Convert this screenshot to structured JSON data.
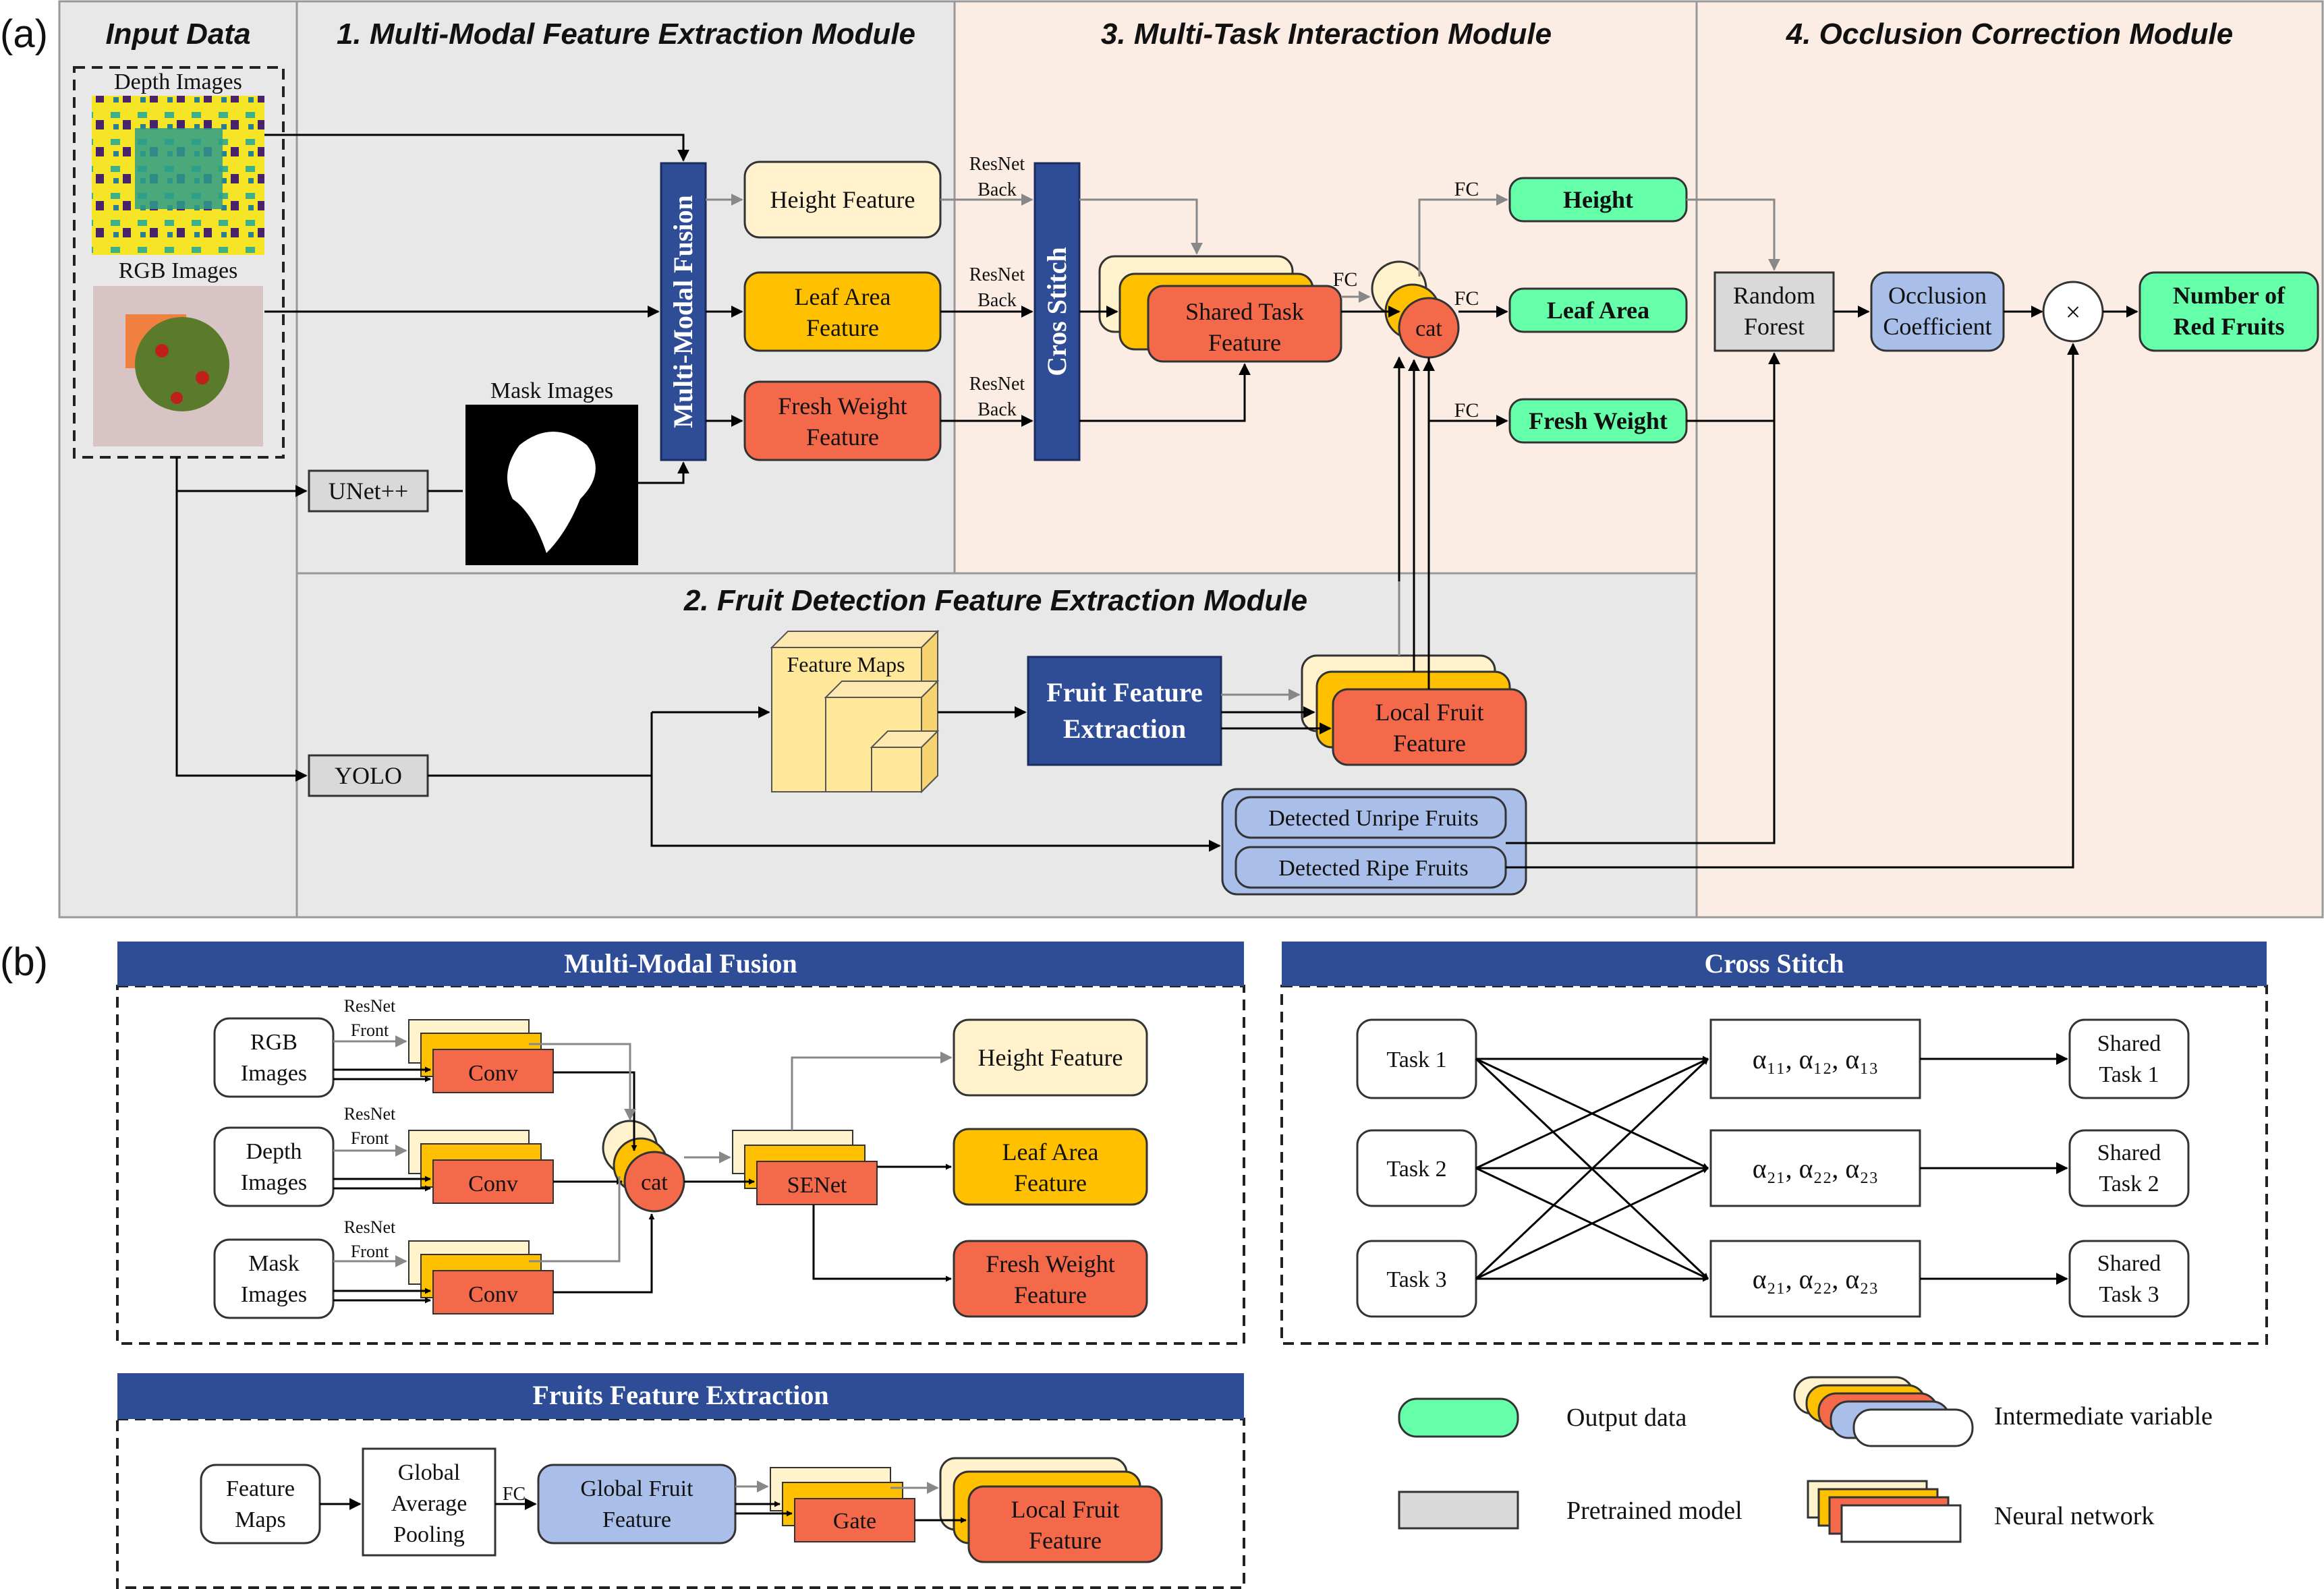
{
  "labels": {
    "a": "(a)",
    "b": "(b)"
  },
  "modules": {
    "input": "Input Data",
    "m1": "1. Multi-Modal Feature Extraction Module",
    "m2": "2. Fruit Detection Feature Extraction Module",
    "m3": "3. Multi-Task Interaction Module",
    "m4": "4. Occlusion Correction Module"
  },
  "inputs": {
    "depth": "Depth Images",
    "rgb": "RGB Images",
    "mask": "Mask Images"
  },
  "pretrained": {
    "unet": "UNet++",
    "yolo": "YOLO",
    "rf1": "Random",
    "rf2": "Forest"
  },
  "fusion_vertical": "Multi-Modal Fusion",
  "cross_vertical": "Cros  Stitch",
  "features": {
    "height": "Height Feature",
    "leaf1": "Leaf Area",
    "leaf2": "Feature",
    "fresh1": "Fresh Weight",
    "fresh2": "Feature",
    "shared1": "Shared Task",
    "shared2": "Feature",
    "local1": "Local Fruit",
    "local2": "Feature",
    "fmaps": "Feature Maps",
    "ffe1": "Fruit Feature",
    "ffe2": "Extraction",
    "unripe": "Detected Unripe Fruits",
    "ripe": "Detected Ripe Fruits",
    "occ1": "Occlusion",
    "occ2": "Coefficient"
  },
  "resnet": {
    "top": "ResNet",
    "bottom": "Back"
  },
  "fc": "FC",
  "cat": "cat",
  "times": "×",
  "outputs": {
    "height": "Height",
    "leaf": "Leaf Area",
    "fresh": "Fresh Weight",
    "red1": "Number of",
    "red2": "Red Fruits"
  },
  "panel_b": {
    "mmf_title": "Multi-Modal Fusion",
    "cs_title": "Cross  Stitch",
    "ffe_title": "Fruits Feature Extraction",
    "rgb1": "RGB",
    "rgb2": "Images",
    "depth1": "Depth",
    "depth2": "Images",
    "mask1": "Mask",
    "mask2": "Images",
    "resnet_front1": "ResNet",
    "resnet_front2": "Front",
    "conv": "Conv",
    "cat": "cat",
    "senet": "SENet",
    "height": "Height Feature",
    "leaf1": "Leaf Area",
    "leaf2": "Feature",
    "fresh1": "Fresh Weight",
    "fresh2": "Feature",
    "task1": "Task 1",
    "task2": "Task 2",
    "task3": "Task 3",
    "alpha1": "α₁₁,  α₁₂,  α₁₃",
    "alpha2": "α₂₁,  α₂₂,  α₂₃",
    "alpha3": "α₂₁,  α₂₂,  α₂₃",
    "shared": "Shared",
    "st1": "Task 1",
    "st2": "Task 2",
    "st3": "Task 3",
    "fmaps1": "Feature",
    "fmaps2": "Maps",
    "gap1": "Global",
    "gap2": "Average",
    "gap3": "Pooling",
    "fc": "FC",
    "gff1": "Global Fruit",
    "gff2": "Feature",
    "gate": "Gate",
    "lff1": "Local Fruit",
    "lff2": "Feature"
  },
  "legend": {
    "output": "Output data",
    "pretrained": "Pretrained model",
    "intermediate": "Intermediate variable",
    "neural": "Neural network"
  },
  "colors": {
    "output_green": "#66FFAA",
    "feature_yellow": "#FFC000",
    "feature_cream": "#FFF2CC",
    "feature_orange": "#F4694A",
    "network_blue": "#2F4D96",
    "light_blue": "#A9BFEA",
    "pretrained_gray": "#D9D9D9",
    "module_gray": "#E8E8E8",
    "module_peach": "#FCEDE4"
  }
}
